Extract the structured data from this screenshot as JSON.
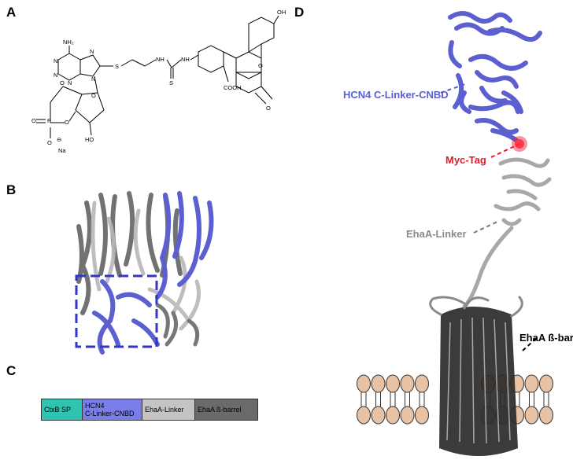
{
  "panels": {
    "a": "A",
    "b": "B",
    "c": "C",
    "d": "D"
  },
  "structure": {
    "atoms": {
      "oh": "OH",
      "nh2": "NH₂",
      "nh_left": "NH",
      "nh_right": "NH",
      "s_thioether": "S",
      "s_thiourea": "S",
      "n1": "N",
      "n2": "N",
      "n3": "N",
      "n4": "N",
      "n5": "N",
      "o_ring": "O",
      "o_xanthene": "O",
      "o_carbonyl": "O",
      "o_phos1": "O",
      "o_phos2": "O",
      "o_phos3": "O",
      "p": "P",
      "ho": "HO",
      "cooh": "COOH",
      "na": "Na",
      "minus": "⊖"
    }
  },
  "construct": {
    "segments": [
      {
        "label": "CtxB SP",
        "color": "#2ec4b0"
      },
      {
        "label": "HCN4\nC-Linker-CNBD",
        "color": "#7a7ee8"
      },
      {
        "label": "EhaA-Linker",
        "color": "#c4c4c4"
      },
      {
        "label": "EhaA ß-barrel",
        "color": "#6a6a6a"
      }
    ]
  },
  "labels_d": {
    "cnbd": "HCN4 C-Linker-CNBD",
    "myc": "Myc-Tag",
    "linker": "EhaA-Linker",
    "barrel": "EhaA ß-barrel"
  },
  "colors": {
    "hcn4": "#5b5fd0",
    "myc": "#e8192c",
    "linker": "#9a9a9a",
    "barrel": "#2a2a2a",
    "lipid_head": "#e8c2a4",
    "box": "#3434c8"
  }
}
